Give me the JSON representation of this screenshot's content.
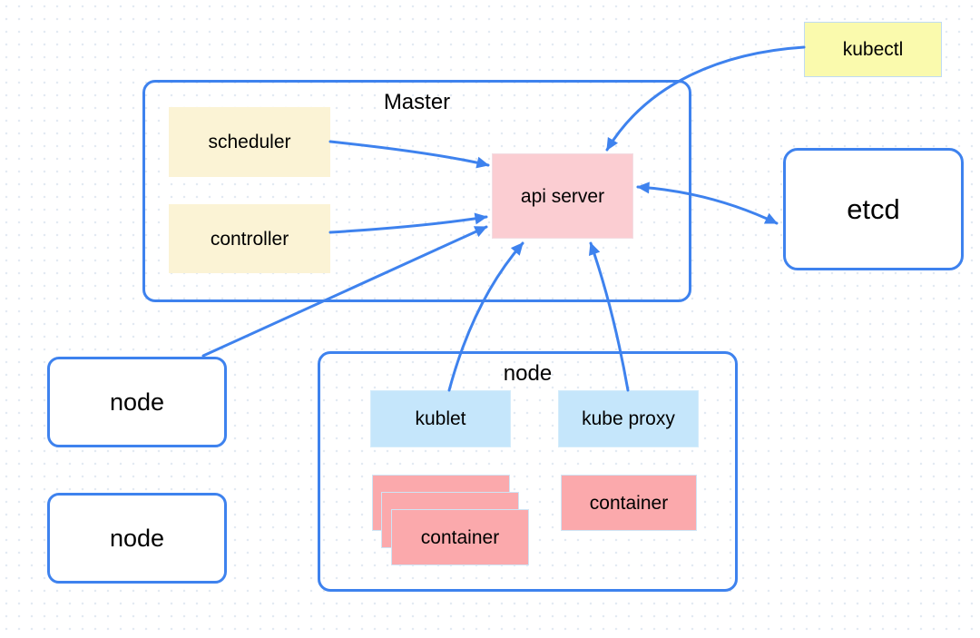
{
  "colors": {
    "accent-blue": "#3E82EE",
    "cream-yellow": "#FBF3D5",
    "bright-yellow": "#FAFAAD",
    "pale-pink": "#FBCDD2",
    "salmon-pink": "#FBA9AC",
    "light-blue": "#C5E6FB",
    "canvas-bg": "#FFFFFF",
    "text": "#000000"
  },
  "nodes": {
    "master": {
      "label": "Master"
    },
    "scheduler": {
      "label": "scheduler"
    },
    "controller": {
      "label": "controller"
    },
    "api_server": {
      "label": "api server"
    },
    "kubectl": {
      "label": "kubectl"
    },
    "etcd": {
      "label": "etcd"
    },
    "node_left_top": {
      "label": "node"
    },
    "node_left_bottom": {
      "label": "node"
    },
    "worker_node": {
      "label": "node"
    },
    "kublet": {
      "label": "kublet"
    },
    "kube_proxy": {
      "label": "kube proxy"
    },
    "container_stack": {
      "label": "container",
      "count": 3
    },
    "container_single": {
      "label": "container"
    }
  },
  "edges": [
    {
      "from": "scheduler",
      "to": "api_server",
      "direction": "one-way"
    },
    {
      "from": "controller",
      "to": "api_server",
      "direction": "one-way"
    },
    {
      "from": "node_left_top",
      "to": "api_server",
      "direction": "one-way"
    },
    {
      "from": "kublet",
      "to": "api_server",
      "direction": "one-way"
    },
    {
      "from": "kube_proxy",
      "to": "api_server",
      "direction": "one-way"
    },
    {
      "from": "kubectl",
      "to": "api_server",
      "direction": "one-way"
    },
    {
      "from": "api_server",
      "to": "etcd",
      "direction": "two-way"
    }
  ]
}
